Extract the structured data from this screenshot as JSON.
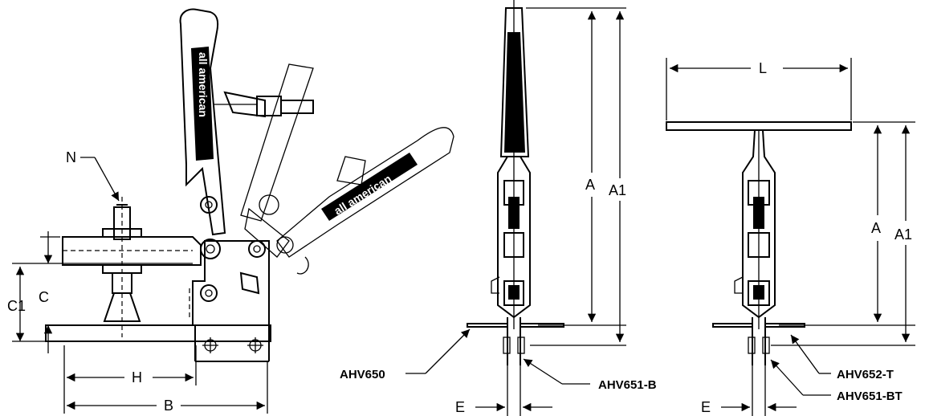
{
  "labels": {
    "n": "N",
    "c": "C",
    "c1": "C1",
    "h": "H",
    "b": "B",
    "a_mid": "A",
    "a1_mid": "A1",
    "l": "L",
    "a_right": "A",
    "a1_right": "A1",
    "e_mid": "E",
    "e_right": "E"
  },
  "models": {
    "ahv650": "AHV650",
    "ahv651b": "AHV651-B",
    "ahv652t": "AHV652-T",
    "ahv651bt": "AHV651-BT"
  },
  "brand": "all american"
}
